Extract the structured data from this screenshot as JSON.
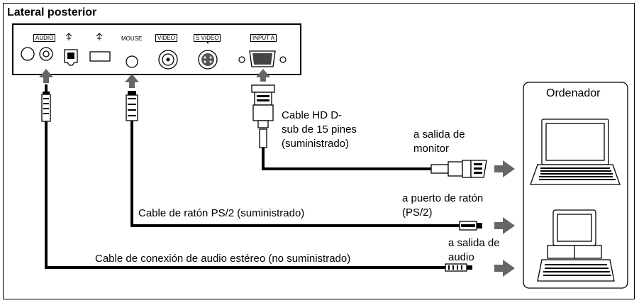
{
  "title": "Lateral posterior",
  "ports": {
    "audio": "AUDIO",
    "mouse": "MOUSE",
    "video": "VIDEO",
    "svideo": "S VIDEO",
    "input_a": "INPUT A"
  },
  "computer_box_label": "Ordenador",
  "cables": {
    "hd_cable": [
      "Cable HD D-",
      "sub de 15 pines",
      "(suministrado)"
    ],
    "mouse_cable": "Cable de ratón PS/2 (suministrado)",
    "audio_cable": "Cable de conexión de audio estéreo (no suministrado)"
  },
  "targets": {
    "monitor_out": [
      "a salida de",
      "monitor"
    ],
    "mouse_port": [
      "a puerto de ratón",
      "(PS/2)"
    ],
    "audio_out": [
      "a salida de",
      "audio"
    ]
  },
  "icons": [
    "usb-icon",
    "laptop-icon",
    "desktop-computer-icon",
    "vga-connector-icon",
    "ps2-connector-icon",
    "audio-plug-icon"
  ]
}
